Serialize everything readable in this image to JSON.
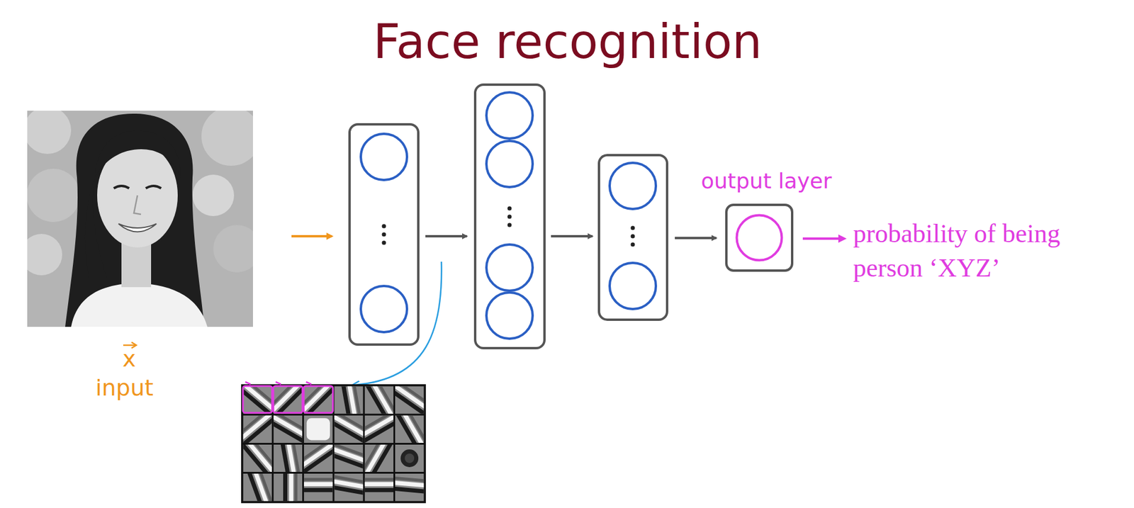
{
  "diagram": {
    "title": "Face recognition",
    "nodes": [
      {
        "text": [
          "output layer"
        ]
      }
    ],
    "labels": [
      "x",
      "input",
      "probability of being person ‘XYZ’"
    ]
  }
}
